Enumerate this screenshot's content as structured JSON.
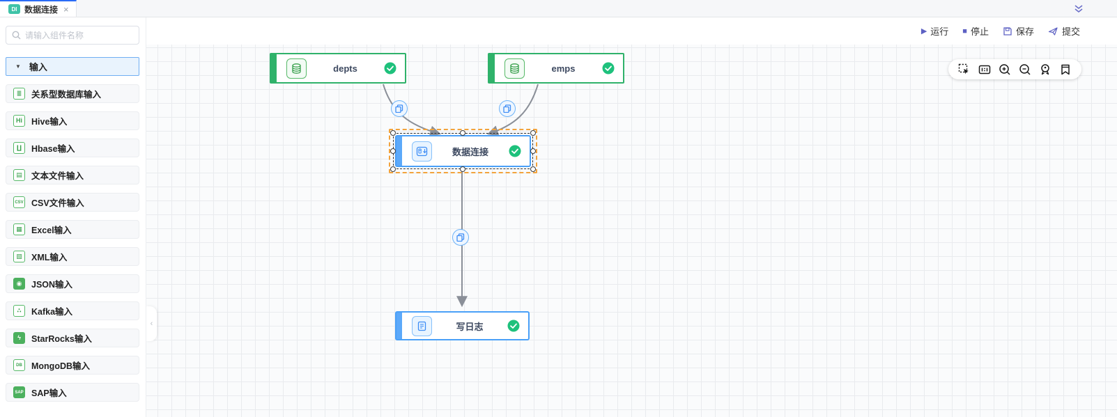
{
  "tab_bar": {
    "tab": {
      "badge": "DI",
      "label": "数据连接",
      "close": "×"
    }
  },
  "actionbar": {
    "run_label": "运行",
    "stop_label": "停止",
    "save_label": "保存",
    "submit_label": "提交",
    "run_glyph": "▶",
    "stop_glyph": "■"
  },
  "sidebar": {
    "search_placeholder": "请输入组件名称",
    "section_label": "输入",
    "section_caret": "▼",
    "items": [
      {
        "label": "关系型数据库输入",
        "icon": "database-icon",
        "glyph": "≣"
      },
      {
        "label": "Hive输入",
        "icon": "hive-icon",
        "glyph": "Hi"
      },
      {
        "label": "Hbase输入",
        "icon": "hbase-icon",
        "glyph": "∐"
      },
      {
        "label": "文本文件输入",
        "icon": "text-file-icon",
        "glyph": "▤"
      },
      {
        "label": "CSV文件输入",
        "icon": "csv-file-icon",
        "glyph": "CSV"
      },
      {
        "label": "Excel输入",
        "icon": "excel-icon",
        "glyph": "▦"
      },
      {
        "label": "XML输入",
        "icon": "xml-icon",
        "glyph": "▧"
      },
      {
        "label": "JSON输入",
        "icon": "json-icon",
        "glyph": "◉"
      },
      {
        "label": "Kafka输入",
        "icon": "kafka-icon",
        "glyph": "∴"
      },
      {
        "label": "StarRocks输入",
        "icon": "starrocks-icon",
        "glyph": "ϟ"
      },
      {
        "label": "MongoDB输入",
        "icon": "mongodb-icon",
        "glyph": "DB"
      },
      {
        "label": "SAP输入",
        "icon": "sap-icon",
        "glyph": "SAP"
      }
    ],
    "collapse_glyph": "‹"
  },
  "canvas": {
    "nodes": {
      "depts": {
        "label": "depts",
        "status": "success"
      },
      "emps": {
        "label": "emps",
        "status": "success"
      },
      "join": {
        "label": "数据连接",
        "status": "success",
        "selected": true
      },
      "log": {
        "label": "写日志",
        "status": "success"
      }
    },
    "zoom_toolbar": [
      "select",
      "one-to-one",
      "zoom-in",
      "zoom-out",
      "locate",
      "bookmark"
    ],
    "edge_badge": "copy"
  },
  "colors": {
    "accent_blue": "#4aa0f8",
    "node_green": "#2fb26a",
    "success_check": "#1ec17c",
    "toolbar_purple": "#5d61c3",
    "selection_orange": "#f2a33c",
    "tab_badge_teal": "#3fc3a8",
    "edge_gray": "#8a8f98",
    "active_tab_line": "#2a6cf6"
  }
}
